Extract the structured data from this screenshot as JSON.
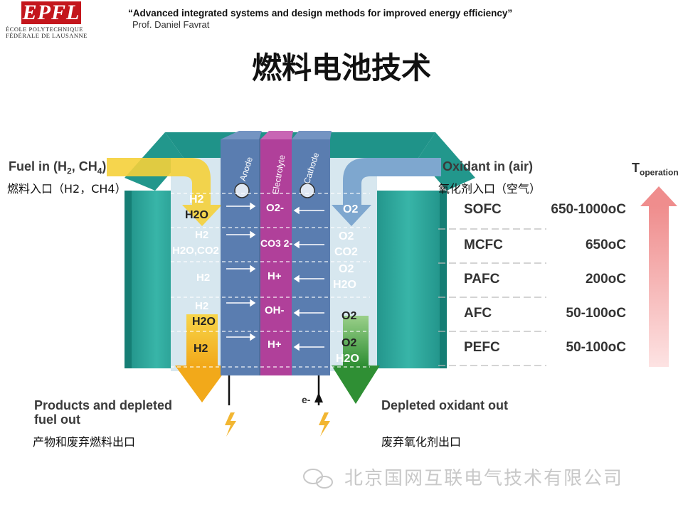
{
  "header": {
    "logo_mark": "EPFL",
    "logo_line1": "ÉCOLE POLYTECHNIQUE",
    "logo_line2": "FÉDÉRALE DE LAUSANNE",
    "subtitle": "“Advanced integrated systems and design methods for improved energy efficiency”",
    "author": "Prof. Daniel Favrat"
  },
  "title": "燃料电池技术",
  "diagram": {
    "fuel_in_en": "Fuel in (H2, CH4)",
    "fuel_in_zh": "燃料入口（H2，CH4）",
    "oxidant_in_en": "Oxidant in (air)",
    "oxidant_in_zh": "氧化剂入口（空气）",
    "products_out_en_1": "Products and depleted",
    "products_out_en_2": "fuel out",
    "products_out_zh": "产物和废弃燃料出口",
    "depleted_oxidant_en": "Depleted oxidant out",
    "depleted_oxidant_zh": "废弃氧化剂出口",
    "anode": "Anode",
    "electrolyte": "Electrolyte",
    "cathode": "Cathode",
    "electron": "e-",
    "anode_species": [
      "H2",
      "H2O",
      "H2",
      "H2O,CO2",
      "H2",
      "H2",
      "H2O",
      "H2"
    ],
    "electrolyte_ions": [
      "O2-",
      "CO3 2-",
      "H+",
      "OH-",
      "H+"
    ],
    "cathode_species": [
      "O2",
      "O2",
      "CO2",
      "O2",
      "H2O",
      "O2",
      "O2",
      "H2O"
    ],
    "t_operation": "Toperation",
    "cell_types": [
      {
        "name": "SOFC",
        "temp": "650-1000oC"
      },
      {
        "name": "MCFC",
        "temp": "650oC"
      },
      {
        "name": "PAFC",
        "temp": "200oC"
      },
      {
        "name": "AFC",
        "temp": "50-100oC"
      },
      {
        "name": "PEFC",
        "temp": "50-100oC"
      }
    ]
  },
  "watermark": "北京国网互联电气技术有限公司",
  "colors": {
    "teal_body": "#2aa89b",
    "teal_dark": "#157a72",
    "anode_blue": "#5478a8",
    "electrolyte_magenta": "#b0409a",
    "fuel_yellow": "#f2c21d",
    "oxidant_blue": "#7ea7cf",
    "depleted_green": "#3b9c3b",
    "temp_arrow": "#f29a9a"
  }
}
